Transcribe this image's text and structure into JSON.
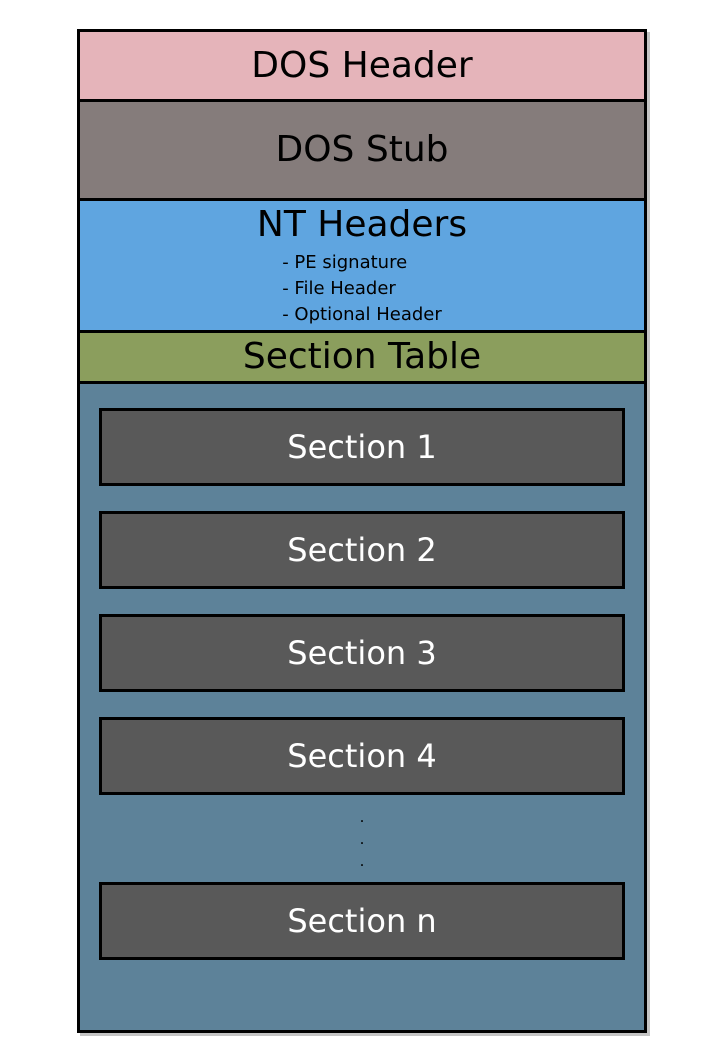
{
  "colors": {
    "dos_header_bg": "#e5b4ba",
    "dos_stub_bg": "#857c7b",
    "nt_headers_bg": "#5fa5e0",
    "section_table_bg": "#8b9e5d",
    "sections_bg": "#5d8299",
    "section_box_bg": "#595959",
    "section_text": "#ffffff",
    "border": "#000000"
  },
  "segments": {
    "dos_header": {
      "label": "DOS Header"
    },
    "dos_stub": {
      "label": "DOS Stub"
    },
    "nt_headers": {
      "label": "NT Headers",
      "items": [
        "- PE signature",
        "- File Header",
        "- Optional Header"
      ]
    },
    "section_table": {
      "label": "Section Table"
    },
    "sections_area": {
      "boxes": [
        "Section 1",
        "Section 2",
        "Section 3",
        "Section 4"
      ],
      "ellipsis": [
        ".",
        ".",
        "."
      ],
      "last_box": "Section n"
    }
  }
}
